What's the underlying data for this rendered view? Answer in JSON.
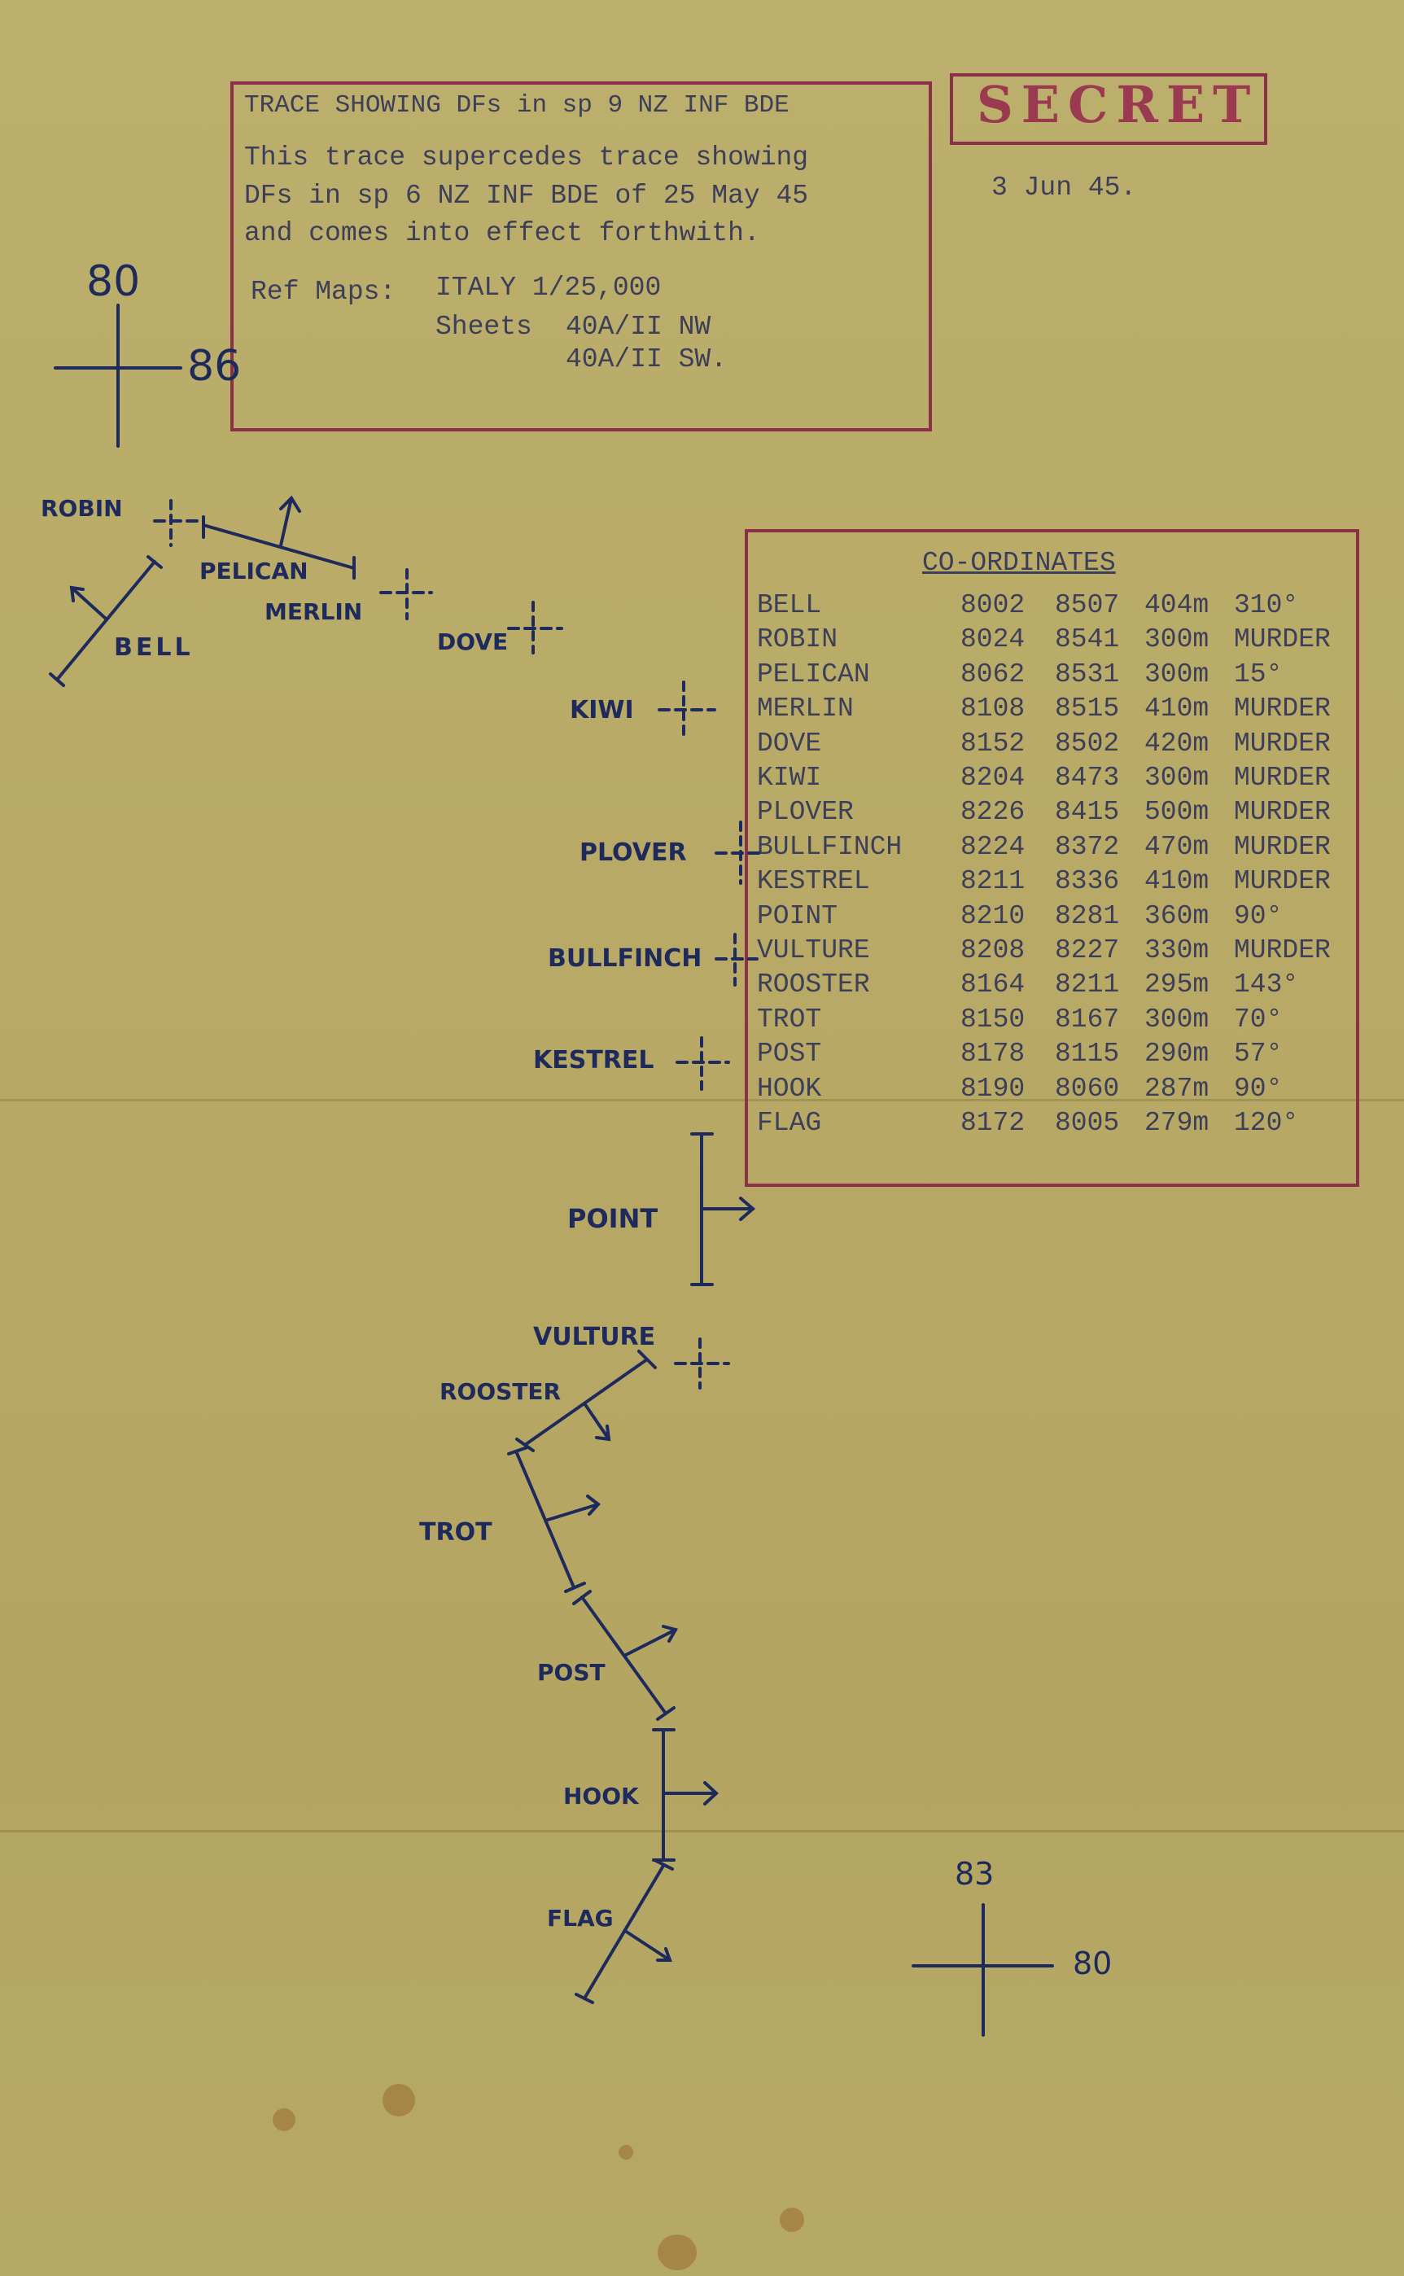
{
  "header": {
    "title_line": "TRACE SHOWING DFs in sp 9 NZ INF BDE",
    "body_lines": [
      "This trace supercedes trace showing",
      "DFs in sp 6 NZ INF BDE of 25 May 45",
      "and comes into effect forthwith."
    ],
    "ref_maps_label": "Ref Maps:",
    "ref_maps_value": "ITALY 1/25,000",
    "sheets_label": "Sheets",
    "sheet_1": "40A/II NW",
    "sheet_2": "40A/II SW."
  },
  "stamp": "SECRET",
  "date": "3 Jun 45.",
  "grid_refs": {
    "top_left": {
      "north": "80",
      "east": "86"
    },
    "bottom_right": {
      "north": "83",
      "east": "80"
    }
  },
  "coordinates": {
    "heading": "CO-ORDINATES",
    "rows": [
      {
        "name": "BELL",
        "easting": "8002",
        "northing": "8507",
        "range": "404m",
        "bearing": "310°"
      },
      {
        "name": "ROBIN",
        "easting": "8024",
        "northing": "8541",
        "range": "300m",
        "bearing": "MURDER"
      },
      {
        "name": "PELICAN",
        "easting": "8062",
        "northing": "8531",
        "range": "300m",
        "bearing": "15°"
      },
      {
        "name": "MERLIN",
        "easting": "8108",
        "northing": "8515",
        "range": "410m",
        "bearing": "MURDER"
      },
      {
        "name": "DOVE",
        "easting": "8152",
        "northing": "8502",
        "range": "420m",
        "bearing": "MURDER"
      },
      {
        "name": "KIWI",
        "easting": "8204",
        "northing": "8473",
        "range": "300m",
        "bearing": "MURDER"
      },
      {
        "name": "PLOVER",
        "easting": "8226",
        "northing": "8415",
        "range": "500m",
        "bearing": "MURDER"
      },
      {
        "name": "BULLFINCH",
        "easting": "8224",
        "northing": "8372",
        "range": "470m",
        "bearing": "MURDER"
      },
      {
        "name": "KESTREL",
        "easting": "8211",
        "northing": "8336",
        "range": "410m",
        "bearing": "MURDER"
      },
      {
        "name": "POINT",
        "easting": "8210",
        "northing": "8281",
        "range": "360m",
        "bearing": "90°"
      },
      {
        "name": "VULTURE",
        "easting": "8208",
        "northing": "8227",
        "range": "330m",
        "bearing": "MURDER"
      },
      {
        "name": "ROOSTER",
        "easting": "8164",
        "northing": "8211",
        "range": "295m",
        "bearing": "143°"
      },
      {
        "name": "TROT",
        "easting": "8150",
        "northing": "8167",
        "range": "300m",
        "bearing": "70°"
      },
      {
        "name": "POST",
        "easting": "8178",
        "northing": "8115",
        "range": "290m",
        "bearing": "57°"
      },
      {
        "name": "HOOK",
        "easting": "8190",
        "northing": "8060",
        "range": "287m",
        "bearing": "90°"
      },
      {
        "name": "FLAG",
        "easting": "8172",
        "northing": "8005",
        "range": "279m",
        "bearing": "120°"
      }
    ]
  },
  "sketch_labels": {
    "robin": "ROBIN",
    "pelican": "PELICAN",
    "bell": "BELL",
    "merlin": "MERLIN",
    "dove": "DOVE",
    "kiwi": "KIWI",
    "plover": "PLOVER",
    "bullfinch": "BULLFINCH",
    "kestrel": "KESTREL",
    "point": "POINT",
    "vulture": "VULTURE",
    "rooster": "ROOSTER",
    "trot": "TROT",
    "post": "POST",
    "hook": "HOOK",
    "flag": "FLAG"
  },
  "colors": {
    "paper": "#b8aa66",
    "stamp_red": "#8a3048",
    "ink_blue": "#1e2a5c",
    "typewriter": "#3d3e58"
  }
}
